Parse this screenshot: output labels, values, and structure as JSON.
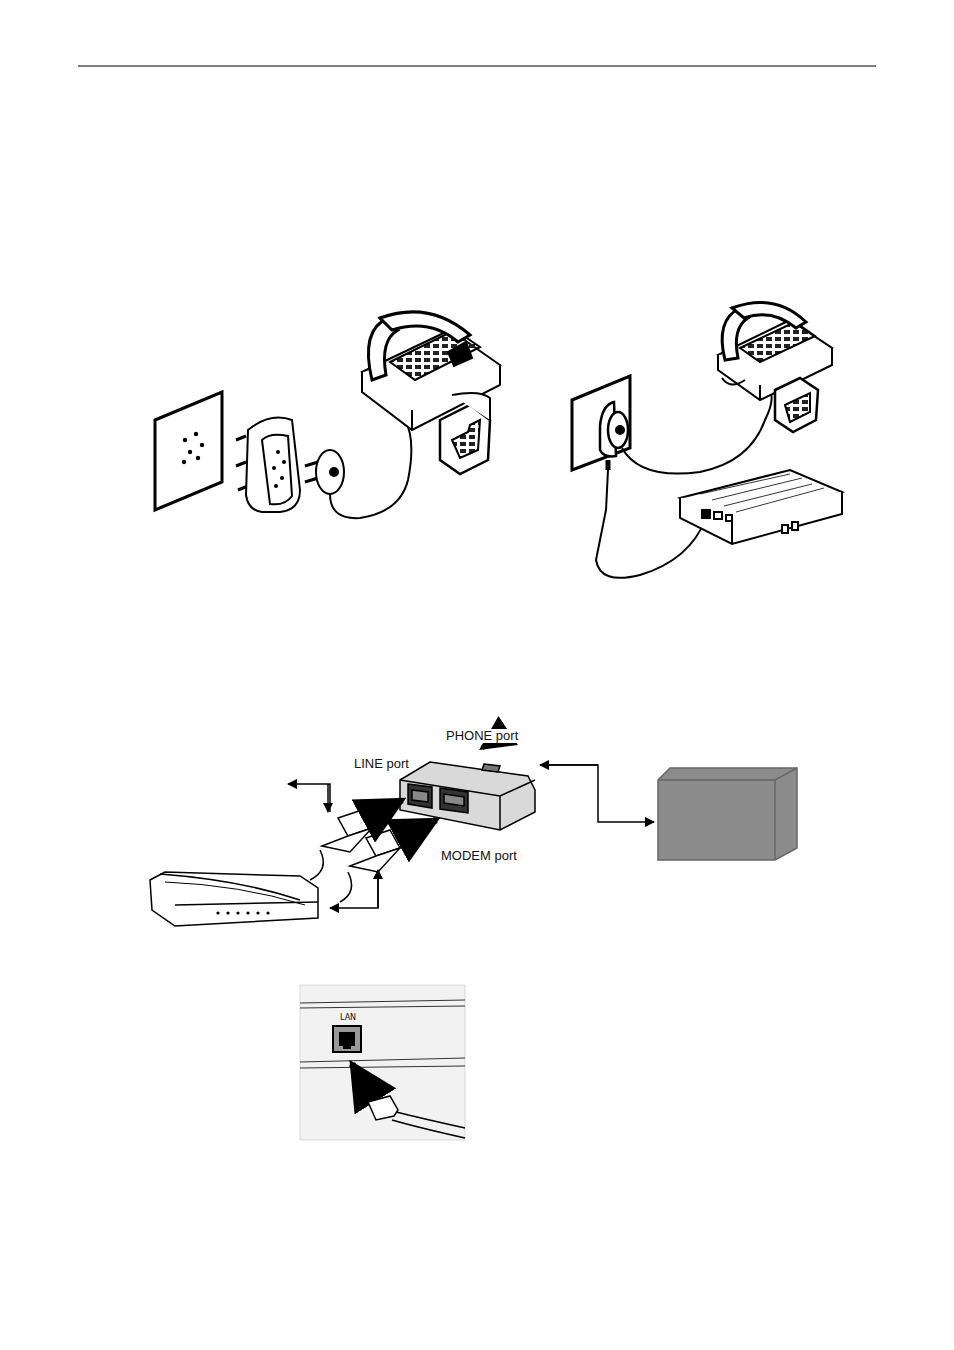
{
  "diagram": {
    "labels": [
      "PHONE port",
      "LINE port",
      "MODEM port",
      "LAN"
    ]
  }
}
